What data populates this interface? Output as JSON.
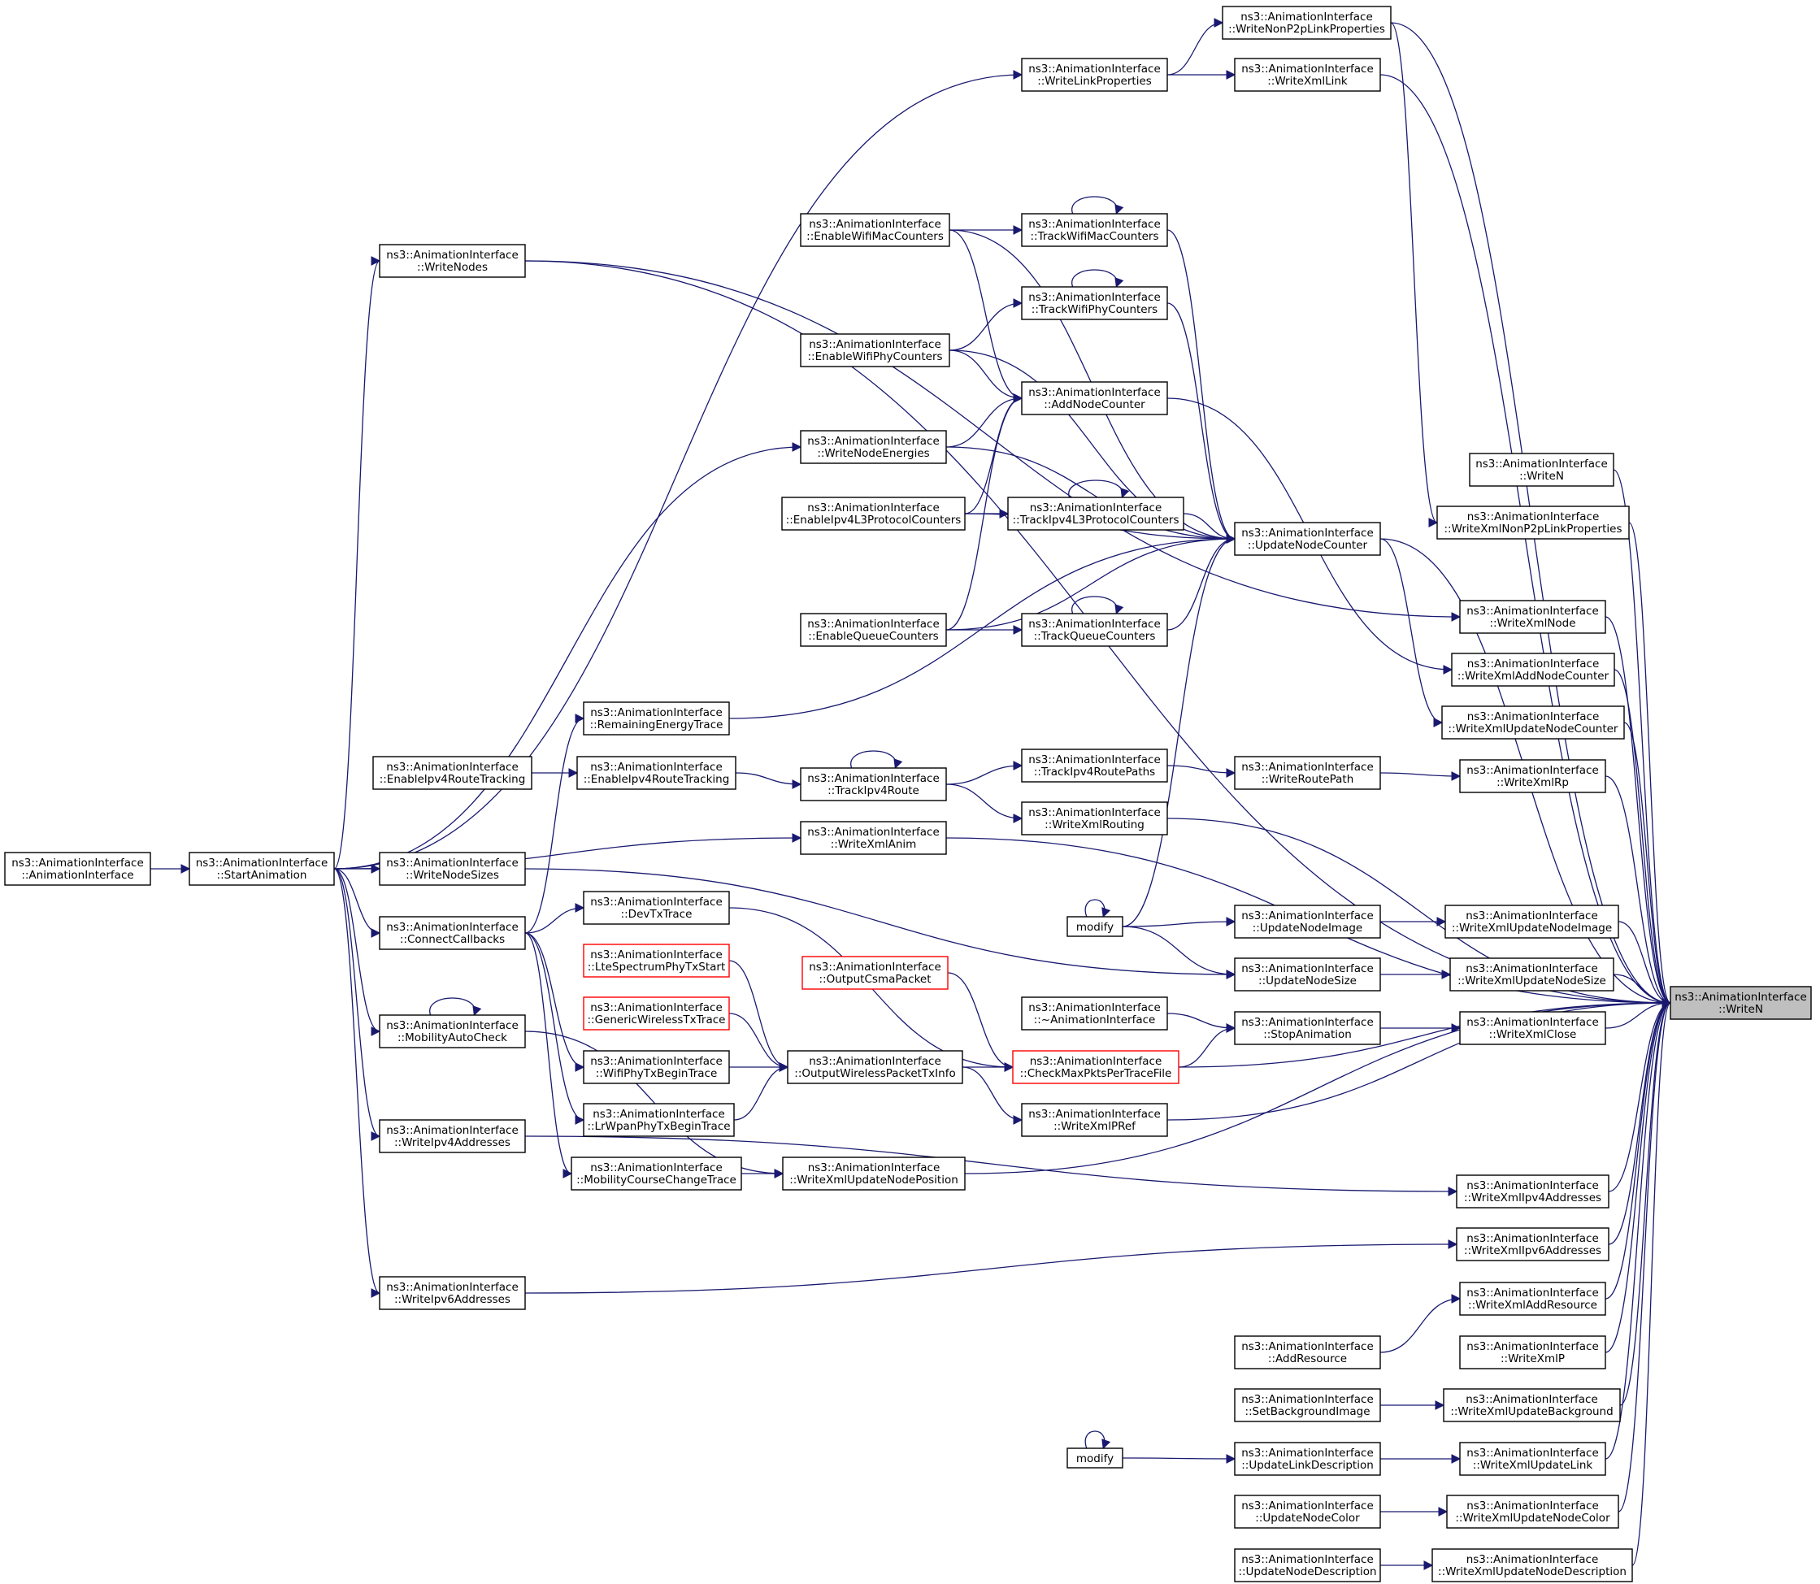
{
  "graph": {
    "title": "Caller graph of ns3::AnimationInterface::WriteN",
    "edge_color": "#191970",
    "highlight_fill": "#bfbfbf",
    "missing_node_border": "#ff0000",
    "nodes": [
      {
        "id": "writen_target",
        "lines": [
          "ns3::AnimationInterface",
          "::WriteN"
        ],
        "highlight": true
      },
      {
        "id": "anim_ctor",
        "lines": [
          "ns3::AnimationInterface",
          "::AnimationInterface"
        ]
      },
      {
        "id": "start_animation",
        "lines": [
          "ns3::AnimationInterface",
          "::StartAnimation"
        ]
      },
      {
        "id": "write_nodes",
        "lines": [
          "ns3::AnimationInterface",
          "::WriteNodes"
        ]
      },
      {
        "id": "enable_ipv4_route_tracking_a",
        "lines": [
          "ns3::AnimationInterface",
          "::EnableIpv4RouteTracking"
        ]
      },
      {
        "id": "write_node_sizes",
        "lines": [
          "ns3::AnimationInterface",
          "::WriteNodeSizes"
        ]
      },
      {
        "id": "connect_callbacks",
        "lines": [
          "ns3::AnimationInterface",
          "::ConnectCallbacks"
        ]
      },
      {
        "id": "mobility_auto_check",
        "lines": [
          "ns3::AnimationInterface",
          "::MobilityAutoCheck"
        ]
      },
      {
        "id": "write_ipv4_addresses",
        "lines": [
          "ns3::AnimationInterface",
          "::WriteIpv4Addresses"
        ]
      },
      {
        "id": "write_ipv6_addresses",
        "lines": [
          "ns3::AnimationInterface",
          "::WriteIpv6Addresses"
        ]
      },
      {
        "id": "remaining_energy_trace",
        "lines": [
          "ns3::AnimationInterface",
          "::RemainingEnergyTrace"
        ]
      },
      {
        "id": "enable_ipv4_route_tracking_b",
        "lines": [
          "ns3::AnimationInterface",
          "::EnableIpv4RouteTracking"
        ]
      },
      {
        "id": "dev_tx_trace",
        "lines": [
          "ns3::AnimationInterface",
          "::DevTxTrace"
        ]
      },
      {
        "id": "lte_spectrum_phy_tx_start",
        "lines": [
          "ns3::AnimationInterface",
          "::LteSpectrumPhyTxStart"
        ],
        "missing": true
      },
      {
        "id": "generic_wireless_tx_trace",
        "lines": [
          "ns3::AnimationInterface",
          "::GenericWirelessTxTrace"
        ],
        "missing": true
      },
      {
        "id": "wifi_phy_tx_begin_trace",
        "lines": [
          "ns3::AnimationInterface",
          "::WifiPhyTxBeginTrace"
        ]
      },
      {
        "id": "lrwpan_phy_tx_begin_trace",
        "lines": [
          "ns3::AnimationInterface",
          "::LrWpanPhyTxBeginTrace"
        ]
      },
      {
        "id": "mobility_course_change_trace",
        "lines": [
          "ns3::AnimationInterface",
          "::MobilityCourseChangeTrace"
        ]
      },
      {
        "id": "enable_wifi_mac_counters",
        "lines": [
          "ns3::AnimationInterface",
          "::EnableWifiMacCounters"
        ]
      },
      {
        "id": "enable_wifi_phy_counters",
        "lines": [
          "ns3::AnimationInterface",
          "::EnableWifiPhyCounters"
        ]
      },
      {
        "id": "write_node_energies",
        "lines": [
          "ns3::AnimationInterface",
          "::WriteNodeEnergies"
        ]
      },
      {
        "id": "enable_ipv4_l3_protocol_counters",
        "lines": [
          "ns3::AnimationInterface",
          "::EnableIpv4L3ProtocolCounters"
        ]
      },
      {
        "id": "enable_queue_counters",
        "lines": [
          "ns3::AnimationInterface",
          "::EnableQueueCounters"
        ]
      },
      {
        "id": "track_ipv4_route",
        "lines": [
          "ns3::AnimationInterface",
          "::TrackIpv4Route"
        ]
      },
      {
        "id": "write_xml_anim",
        "lines": [
          "ns3::AnimationInterface",
          "::WriteXmlAnim"
        ]
      },
      {
        "id": "output_wireless_packet_tx_info",
        "lines": [
          "ns3::AnimationInterface",
          "::OutputWirelessPacketTxInfo"
        ]
      },
      {
        "id": "write_xml_update_node_position",
        "lines": [
          "ns3::AnimationInterface",
          "::WriteXmlUpdateNodePosition"
        ]
      },
      {
        "id": "write_link_properties",
        "lines": [
          "ns3::AnimationInterface",
          "::WriteLinkProperties"
        ]
      },
      {
        "id": "track_wifi_mac_counters",
        "lines": [
          "ns3::AnimationInterface",
          "::TrackWifiMacCounters"
        ]
      },
      {
        "id": "track_wifi_phy_counters",
        "lines": [
          "ns3::AnimationInterface",
          "::TrackWifiPhyCounters"
        ]
      },
      {
        "id": "add_node_counter",
        "lines": [
          "ns3::AnimationInterface",
          "::AddNodeCounter"
        ]
      },
      {
        "id": "track_ipv4_l3_protocol_counters",
        "lines": [
          "ns3::AnimationInterface",
          "::TrackIpv4L3ProtocolCounters"
        ]
      },
      {
        "id": "track_queue_counters",
        "lines": [
          "ns3::AnimationInterface",
          "::TrackQueueCounters"
        ]
      },
      {
        "id": "track_ipv4_route_paths",
        "lines": [
          "ns3::AnimationInterface",
          "::TrackIpv4RoutePaths"
        ]
      },
      {
        "id": "write_xml_routing",
        "lines": [
          "ns3::AnimationInterface",
          "::WriteXmlRouting"
        ]
      },
      {
        "id": "modify_a",
        "lines": [
          "modify"
        ]
      },
      {
        "id": "output_csma_packet",
        "lines": [
          "ns3::AnimationInterface",
          "::OutputCsmaPacket"
        ],
        "missing": true
      },
      {
        "id": "destructor",
        "lines": [
          "ns3::AnimationInterface",
          "::~AnimationInterface"
        ]
      },
      {
        "id": "check_max_pkts_per_trace_file",
        "lines": [
          "ns3::AnimationInterface",
          "::CheckMaxPktsPerTraceFile"
        ],
        "missing": true
      },
      {
        "id": "write_xml_pref",
        "lines": [
          "ns3::AnimationInterface",
          "::WriteXmlPRef"
        ]
      },
      {
        "id": "modify_b",
        "lines": [
          "modify"
        ]
      },
      {
        "id": "write_non_p2p_link_properties",
        "lines": [
          "ns3::AnimationInterface",
          "::WriteNonP2pLinkProperties"
        ]
      },
      {
        "id": "write_xml_link",
        "lines": [
          "ns3::AnimationInterface",
          "::WriteXmlLink"
        ]
      },
      {
        "id": "update_node_counter",
        "lines": [
          "ns3::AnimationInterface",
          "::UpdateNodeCounter"
        ]
      },
      {
        "id": "write_route_path",
        "lines": [
          "ns3::AnimationInterface",
          "::WriteRoutePath"
        ]
      },
      {
        "id": "update_node_image",
        "lines": [
          "ns3::AnimationInterface",
          "::UpdateNodeImage"
        ]
      },
      {
        "id": "update_node_size",
        "lines": [
          "ns3::AnimationInterface",
          "::UpdateNodeSize"
        ]
      },
      {
        "id": "stop_animation",
        "lines": [
          "ns3::AnimationInterface",
          "::StopAnimation"
        ]
      },
      {
        "id": "add_resource",
        "lines": [
          "ns3::AnimationInterface",
          "::AddResource"
        ]
      },
      {
        "id": "set_background_image",
        "lines": [
          "ns3::AnimationInterface",
          "::SetBackgroundImage"
        ]
      },
      {
        "id": "update_link_description",
        "lines": [
          "ns3::AnimationInterface",
          "::UpdateLinkDescription"
        ]
      },
      {
        "id": "update_node_color",
        "lines": [
          "ns3::AnimationInterface",
          "::UpdateNodeColor"
        ]
      },
      {
        "id": "update_node_description",
        "lines": [
          "ns3::AnimationInterface",
          "::UpdateNodeDescription"
        ]
      },
      {
        "id": "writen_other",
        "lines": [
          "ns3::AnimationInterface",
          "::WriteN"
        ]
      },
      {
        "id": "write_xml_non_p2p_link_properties",
        "lines": [
          "ns3::AnimationInterface",
          "::WriteXmlNonP2pLinkProperties"
        ]
      },
      {
        "id": "write_xml_node",
        "lines": [
          "ns3::AnimationInterface",
          "::WriteXmlNode"
        ]
      },
      {
        "id": "write_xml_add_node_counter",
        "lines": [
          "ns3::AnimationInterface",
          "::WriteXmlAddNodeCounter"
        ]
      },
      {
        "id": "write_xml_update_node_counter",
        "lines": [
          "ns3::AnimationInterface",
          "::WriteXmlUpdateNodeCounter"
        ]
      },
      {
        "id": "write_xml_rp",
        "lines": [
          "ns3::AnimationInterface",
          "::WriteXmlRp"
        ]
      },
      {
        "id": "write_xml_update_node_image",
        "lines": [
          "ns3::AnimationInterface",
          "::WriteXmlUpdateNodeImage"
        ]
      },
      {
        "id": "write_xml_update_node_size",
        "lines": [
          "ns3::AnimationInterface",
          "::WriteXmlUpdateNodeSize"
        ]
      },
      {
        "id": "write_xml_close",
        "lines": [
          "ns3::AnimationInterface",
          "::WriteXmlClose"
        ]
      },
      {
        "id": "write_xml_ipv4_addresses",
        "lines": [
          "ns3::AnimationInterface",
          "::WriteXmlIpv4Addresses"
        ]
      },
      {
        "id": "write_xml_ipv6_addresses",
        "lines": [
          "ns3::AnimationInterface",
          "::WriteXmlIpv6Addresses"
        ]
      },
      {
        "id": "write_xml_add_resource",
        "lines": [
          "ns3::AnimationInterface",
          "::WriteXmlAddResource"
        ]
      },
      {
        "id": "write_xml_p",
        "lines": [
          "ns3::AnimationInterface",
          "::WriteXmlP"
        ]
      },
      {
        "id": "write_xml_update_background",
        "lines": [
          "ns3::AnimationInterface",
          "::WriteXmlUpdateBackground"
        ]
      },
      {
        "id": "write_xml_update_link",
        "lines": [
          "ns3::AnimationInterface",
          "::WriteXmlUpdateLink"
        ]
      },
      {
        "id": "write_xml_update_node_color",
        "lines": [
          "ns3::AnimationInterface",
          "::WriteXmlUpdateNodeColor"
        ]
      },
      {
        "id": "write_xml_update_node_description",
        "lines": [
          "ns3::AnimationInterface",
          "::WriteXmlUpdateNodeDescription"
        ]
      }
    ],
    "edges": [
      [
        "start_animation",
        "anim_ctor"
      ],
      [
        "write_nodes",
        "start_animation"
      ],
      [
        "write_node_sizes",
        "start_animation"
      ],
      [
        "connect_callbacks",
        "start_animation"
      ],
      [
        "mobility_auto_check",
        "start_animation"
      ],
      [
        "write_ipv4_addresses",
        "start_animation"
      ],
      [
        "write_ipv6_addresses",
        "start_animation"
      ],
      [
        "enable_ipv4_route_tracking_b",
        "enable_ipv4_route_tracking_a"
      ],
      [
        "write_link_properties",
        "start_animation"
      ],
      [
        "write_node_energies",
        "start_animation"
      ],
      [
        "write_xml_anim",
        "start_animation"
      ],
      [
        "remaining_energy_trace",
        "connect_callbacks"
      ],
      [
        "dev_tx_trace",
        "connect_callbacks"
      ],
      [
        "wifi_phy_tx_begin_trace",
        "connect_callbacks"
      ],
      [
        "lrwpan_phy_tx_begin_trace",
        "connect_callbacks"
      ],
      [
        "mobility_course_change_trace",
        "connect_callbacks"
      ],
      [
        "mobility_auto_check",
        "mobility_auto_check"
      ],
      [
        "write_xml_update_node_position",
        "mobility_course_change_trace"
      ],
      [
        "write_xml_update_node_position",
        "mobility_auto_check"
      ],
      [
        "output_wireless_packet_tx_info",
        "lte_spectrum_phy_tx_start"
      ],
      [
        "output_wireless_packet_tx_info",
        "generic_wireless_tx_trace"
      ],
      [
        "output_wireless_packet_tx_info",
        "wifi_phy_tx_begin_trace"
      ],
      [
        "output_wireless_packet_tx_info",
        "lrwpan_phy_tx_begin_trace"
      ],
      [
        "check_max_pkts_per_trace_file",
        "output_wireless_packet_tx_info"
      ],
      [
        "check_max_pkts_per_trace_file",
        "dev_tx_trace"
      ],
      [
        "check_max_pkts_per_trace_file",
        "output_csma_packet"
      ],
      [
        "write_xml_pref",
        "output_wireless_packet_tx_info"
      ],
      [
        "track_ipv4_route",
        "enable_ipv4_route_tracking_b"
      ],
      [
        "track_ipv4_route",
        "track_ipv4_route"
      ],
      [
        "track_ipv4_route_paths",
        "track_ipv4_route"
      ],
      [
        "write_xml_routing",
        "track_ipv4_route"
      ],
      [
        "track_wifi_mac_counters",
        "enable_wifi_mac_counters"
      ],
      [
        "track_wifi_mac_counters",
        "track_wifi_mac_counters"
      ],
      [
        "track_wifi_phy_counters",
        "enable_wifi_phy_counters"
      ],
      [
        "track_wifi_phy_counters",
        "track_wifi_phy_counters"
      ],
      [
        "add_node_counter",
        "enable_wifi_mac_counters"
      ],
      [
        "add_node_counter",
        "enable_wifi_phy_counters"
      ],
      [
        "add_node_counter",
        "write_node_energies"
      ],
      [
        "add_node_counter",
        "enable_ipv4_l3_protocol_counters"
      ],
      [
        "add_node_counter",
        "enable_queue_counters"
      ],
      [
        "track_ipv4_l3_protocol_counters",
        "enable_ipv4_l3_protocol_counters"
      ],
      [
        "track_ipv4_l3_protocol_counters",
        "track_ipv4_l3_protocol_counters"
      ],
      [
        "track_queue_counters",
        "enable_queue_counters"
      ],
      [
        "track_queue_counters",
        "track_queue_counters"
      ],
      [
        "update_node_counter",
        "enable_wifi_mac_counters"
      ],
      [
        "update_node_counter",
        "enable_wifi_phy_counters"
      ],
      [
        "update_node_counter",
        "write_node_energies"
      ],
      [
        "update_node_counter",
        "enable_ipv4_l3_protocol_counters"
      ],
      [
        "update_node_counter",
        "enable_queue_counters"
      ],
      [
        "update_node_counter",
        "remaining_energy_trace"
      ],
      [
        "update_node_counter",
        "track_wifi_mac_counters"
      ],
      [
        "update_node_counter",
        "track_wifi_phy_counters"
      ],
      [
        "update_node_counter",
        "track_ipv4_l3_protocol_counters"
      ],
      [
        "update_node_counter",
        "track_queue_counters"
      ],
      [
        "update_node_counter",
        "modify_a"
      ],
      [
        "modify_a",
        "modify_a"
      ],
      [
        "write_non_p2p_link_properties",
        "write_link_properties"
      ],
      [
        "write_xml_link",
        "write_link_properties"
      ],
      [
        "write_route_path",
        "track_ipv4_route_paths"
      ],
      [
        "update_node_image",
        "modify_a"
      ],
      [
        "update_node_size",
        "modify_a"
      ],
      [
        "update_node_size",
        "write_node_sizes"
      ],
      [
        "stop_animation",
        "destructor"
      ],
      [
        "stop_animation",
        "check_max_pkts_per_trace_file"
      ],
      [
        "modify_b",
        "modify_b"
      ],
      [
        "update_link_description",
        "modify_b"
      ],
      [
        "write_xml_non_p2p_link_properties",
        "write_non_p2p_link_properties"
      ],
      [
        "write_xml_node",
        "write_nodes"
      ],
      [
        "write_xml_add_node_counter",
        "add_node_counter"
      ],
      [
        "write_xml_update_node_counter",
        "update_node_counter"
      ],
      [
        "write_xml_rp",
        "write_route_path"
      ],
      [
        "write_xml_update_node_image",
        "update_node_image"
      ],
      [
        "write_xml_update_node_size",
        "update_node_size"
      ],
      [
        "write_xml_close",
        "stop_animation"
      ],
      [
        "write_xml_ipv4_addresses",
        "write_ipv4_addresses"
      ],
      [
        "write_xml_ipv6_addresses",
        "write_ipv6_addresses"
      ],
      [
        "write_xml_add_resource",
        "add_resource"
      ],
      [
        "write_xml_update_background",
        "set_background_image"
      ],
      [
        "write_xml_update_link",
        "update_link_description"
      ],
      [
        "write_xml_update_node_color",
        "update_node_color"
      ],
      [
        "write_xml_update_node_description",
        "update_node_description"
      ],
      [
        "writen_target",
        "writen_other"
      ],
      [
        "writen_target",
        "write_xml_non_p2p_link_properties"
      ],
      [
        "writen_target",
        "write_xml_node"
      ],
      [
        "writen_target",
        "write_xml_add_node_counter"
      ],
      [
        "writen_target",
        "write_xml_update_node_counter"
      ],
      [
        "writen_target",
        "write_xml_rp"
      ],
      [
        "writen_target",
        "write_xml_update_node_image"
      ],
      [
        "writen_target",
        "write_xml_update_node_size"
      ],
      [
        "writen_target",
        "write_xml_close"
      ],
      [
        "writen_target",
        "write_xml_ipv4_addresses"
      ],
      [
        "writen_target",
        "write_xml_ipv6_addresses"
      ],
      [
        "writen_target",
        "write_xml_add_resource"
      ],
      [
        "writen_target",
        "write_xml_p"
      ],
      [
        "writen_target",
        "write_xml_update_background"
      ],
      [
        "writen_target",
        "write_xml_update_link"
      ],
      [
        "writen_target",
        "write_xml_update_node_color"
      ],
      [
        "writen_target",
        "write_xml_update_node_description"
      ],
      [
        "writen_target",
        "write_xml_anim"
      ],
      [
        "writen_target",
        "write_xml_routing"
      ],
      [
        "writen_target",
        "write_xml_pref"
      ],
      [
        "writen_target",
        "write_xml_update_node_position"
      ],
      [
        "writen_target",
        "write_xml_link"
      ],
      [
        "writen_target",
        "write_non_p2p_link_properties"
      ],
      [
        "writen_target",
        "update_node_counter"
      ],
      [
        "writen_target",
        "write_nodes"
      ],
      [
        "writen_target",
        "check_max_pkts_per_trace_file"
      ]
    ]
  }
}
